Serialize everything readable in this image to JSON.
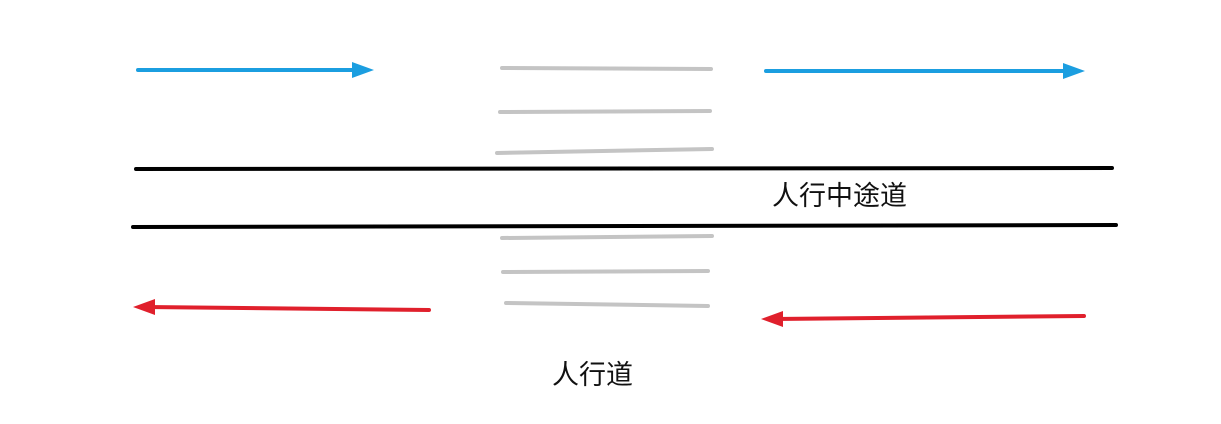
{
  "labels": {
    "median_strip": "人行中途道",
    "crosswalk": "人行道"
  },
  "colors": {
    "background": "#ffffff",
    "eastbound_arrow": "#1b9ee0",
    "westbound_arrow": "#e0202c",
    "median_edge": "#000000",
    "crosswalk_stripe": "#c4c4c4"
  },
  "traffic": {
    "upper_lane_direction": "right",
    "lower_lane_direction": "left"
  },
  "crosswalk": {
    "stripes_above_median": 3,
    "stripes_below_median": 3
  }
}
